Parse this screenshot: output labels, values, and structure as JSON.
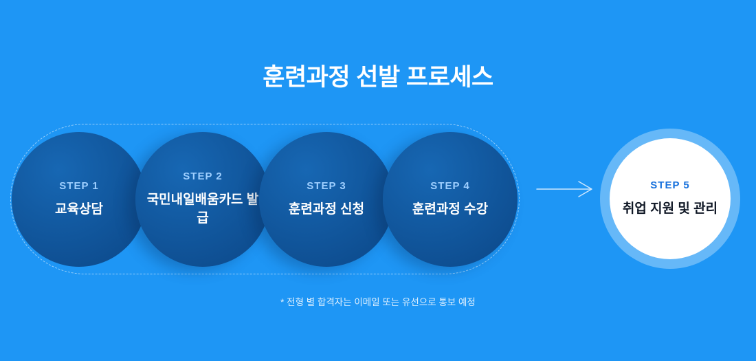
{
  "page": {
    "title": "훈련과정 선발 프로세스",
    "footnote": "* 전형 별 합격자는 이메일 또는 유선으로 통보 예정"
  },
  "process": {
    "steps": [
      {
        "label": "STEP 1",
        "text": "교육상담"
      },
      {
        "label": "STEP 2",
        "text": "국민내일배움카드 발급"
      },
      {
        "label": "STEP 3",
        "text": "훈련과정 신청"
      },
      {
        "label": "STEP 4",
        "text": "훈련과정 수강"
      },
      {
        "label": "STEP 5",
        "text": "취업 지원 및 관리"
      }
    ]
  },
  "icons": {
    "arrow": "right-arrow-icon"
  },
  "colors": {
    "bg": "#1E96F5",
    "circle_light": "#1767B3",
    "circle_dark": "#0E4E91",
    "step_label": "#9ECFFF",
    "dashed": "#FFFFFF8C",
    "ring": "#66B8F8",
    "final_label": "#1670DC",
    "final_text": "#101826",
    "arrow": "#CDE7FF"
  }
}
